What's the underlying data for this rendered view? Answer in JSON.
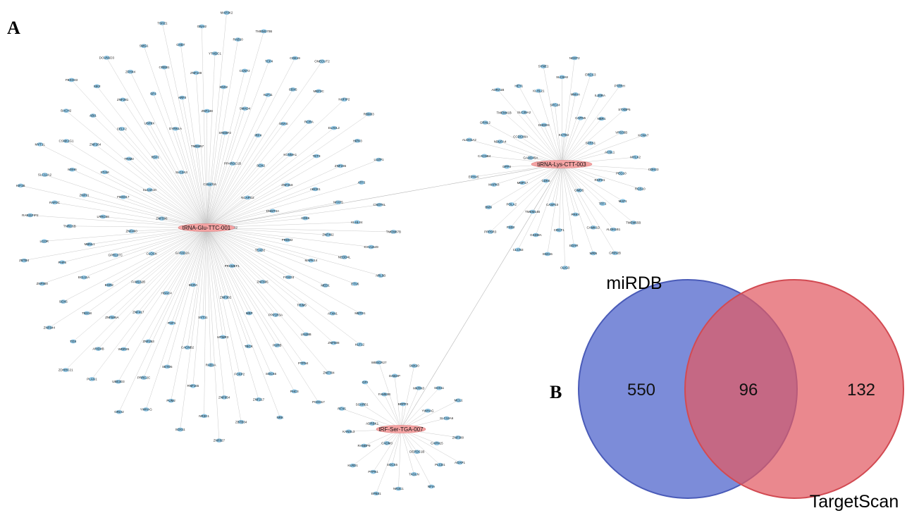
{
  "panels": {
    "a": "A",
    "b": "B"
  },
  "network": {
    "hubs": [
      {
        "id": "glu",
        "label": "tRNA-Glu-TTC-001"
      },
      {
        "id": "lys",
        "label": "tiRNA-Lys-CTT-003"
      },
      {
        "id": "ser",
        "label": "tRF-Ser-TGA-007"
      }
    ],
    "genes": {
      "glu": [
        "ZNF562",
        "GATAD2A",
        "C15orf16",
        "PRAMEF1",
        "ZNF596",
        "NCAPG2",
        "BCRA",
        "SLC2A3",
        "TEAD2",
        "CLOCK",
        "PPARGC1B",
        "ZNF302",
        "SLC4A10",
        "DNMT3A",
        "HDAC4",
        "TMEM57",
        "ZNF695",
        "ZNF460",
        "SOX2",
        "SYT11",
        "RSF1",
        "PRDM2",
        "FAM132B",
        "SREBF2",
        "MBP",
        "FBXO17",
        "ZNF318",
        "PHF1",
        "DYRK1A",
        "FOXO3",
        "GPR137C",
        "IRF4",
        "MTMR3",
        "TRIM2",
        "CDK6",
        "ZNF417",
        "ZNF138",
        "PPP1R3A",
        "LRRC58",
        "KCNMA1",
        "CACNB2",
        "USP9X",
        "MAPK14",
        "EGR2",
        "SMAD4",
        "TBCK",
        "STAM",
        "ABCE1",
        "ZNF253",
        "ARF3",
        "TRIM5",
        "MBNL1",
        "GNAS",
        "RAB1A",
        "CELF2",
        "ZNF462",
        "ZNF585A",
        "SNX2",
        "PURB",
        "ZNF91",
        "TET3",
        "SETD5",
        "SP1",
        "MED1",
        "BCL11A",
        "KLF11",
        "FOXP2",
        "ZNF264",
        "NFAT5",
        "WDR26",
        "ZNF148",
        "LIN28B",
        "TNRC6B",
        "RORA",
        "RNF165",
        "ZNF281",
        "NEDD4L",
        "TBX18",
        "CCNT2",
        "SOCS6",
        "MSH6",
        "ZNF236",
        "PRRC2C",
        "CREB1",
        "ATXN1",
        "PHF6",
        "CBX5",
        "ZNF654",
        "ABI1",
        "KLHL24",
        "ARID4B",
        "YTHDC1",
        "PTPN4",
        "RAP2C",
        "ELAVL2",
        "PUM2",
        "ZFHX4",
        "ETV6",
        "SOX5",
        "TCF4",
        "ZNF217",
        "CSNK1G1",
        "ATF2",
        "UBE2D3",
        "CHD7",
        "ZNF608",
        "LCOR",
        "MEF2C",
        "NR3C1",
        "SIK2",
        "KIAA1549",
        "TOX",
        "RAB10",
        "PHC3",
        "SLC12A2",
        "HIPK3",
        "YWHAG",
        "SMG1",
        "MBTD1",
        "ZNF800",
        "CDK19",
        "ZBTB34",
        "BACH2",
        "CNOT6L",
        "PLAG1",
        "GNAI2",
        "ZNF704",
        "RAB11FIP2",
        "NUFIP2",
        "SOX11",
        "DCUN1D3",
        "ARL5B",
        "ZNF644",
        "TMEM170B",
        "NRK",
        "MYT1L",
        "LUZP1",
        "GRIA2",
        "TSHZ1",
        "KLF12",
        "ZBTB4",
        "ONECUT2",
        "ZNF827",
        "FBXO33",
        "TMEM87B",
        "ZDHHC21",
        "MAP3K2",
        "PCDH17",
        "KIF1B",
        "RBM33"
      ],
      "lys": [
        "GNB4",
        "CDK6",
        "KCTD2",
        "GMDS",
        "GADD45A",
        "SFRS1",
        "CASP10",
        "DHDDS",
        "RSPH1",
        "MMP17",
        "CAPN5",
        "PRKY",
        "CCDC88A",
        "ACSL1",
        "TMEM14B",
        "SPC24",
        "TFF1",
        "DPP4",
        "NBR1",
        "CRCT1",
        "SLC35A2",
        "PEG10",
        "POLA2",
        "MMAA",
        "CAMK1D",
        "NDUFA4",
        "VPS33B",
        "GSDMA",
        "KLHL21",
        "MAF1",
        "MAPK8",
        "IL20RA",
        "EDAR",
        "TMEM41B",
        "MYLK2",
        "FSD2",
        "SLC9A8",
        "ALDH1B1",
        "CACNB4",
        "STXBP5",
        "SNX15",
        "HEY1",
        "RGS10",
        "BMX",
        "ERCC3",
        "WRN",
        "GRHL2",
        "KCNA7",
        "CLCN3",
        "SYNE1",
        "TMEM55B",
        "EPHA5",
        "PTPRH",
        "OLIG3",
        "ADRA1B",
        "CDH23",
        "PPP6R3",
        "NDST2",
        "GRIN2B",
        "ALDH1A2"
      ],
      "ser": [
        "CBX5",
        "CADM3",
        "BRPF3",
        "DEPDC1B",
        "ADRBK1",
        "YWHAG",
        "SOCS5",
        "FAM83B",
        "CAPN15",
        "RANBP9",
        "MKRN3",
        "TAGLN",
        "SCARB1",
        "SLC12A6",
        "PTPN1",
        "DAB2IP",
        "PLCD1",
        "KANSL3",
        "SOX11",
        "NR3C1",
        "GPI",
        "ZNF300",
        "KLRD1",
        "SNX20",
        "NFIA",
        "RFX5",
        "MCL1",
        "EPB41",
        "WBSCR27",
        "AGAP1"
      ]
    }
  },
  "venn": {
    "left_label": "miRDB",
    "right_label": "TargetScan",
    "colors": {
      "left": "#5b6fcf",
      "right": "#e25a62",
      "overlap": "#9c3a68"
    }
  },
  "chart_data": {
    "type": "venn",
    "sets": [
      {
        "name": "miRDB",
        "only": 550
      },
      {
        "name": "TargetScan",
        "only": 132
      }
    ],
    "overlap": 96
  }
}
